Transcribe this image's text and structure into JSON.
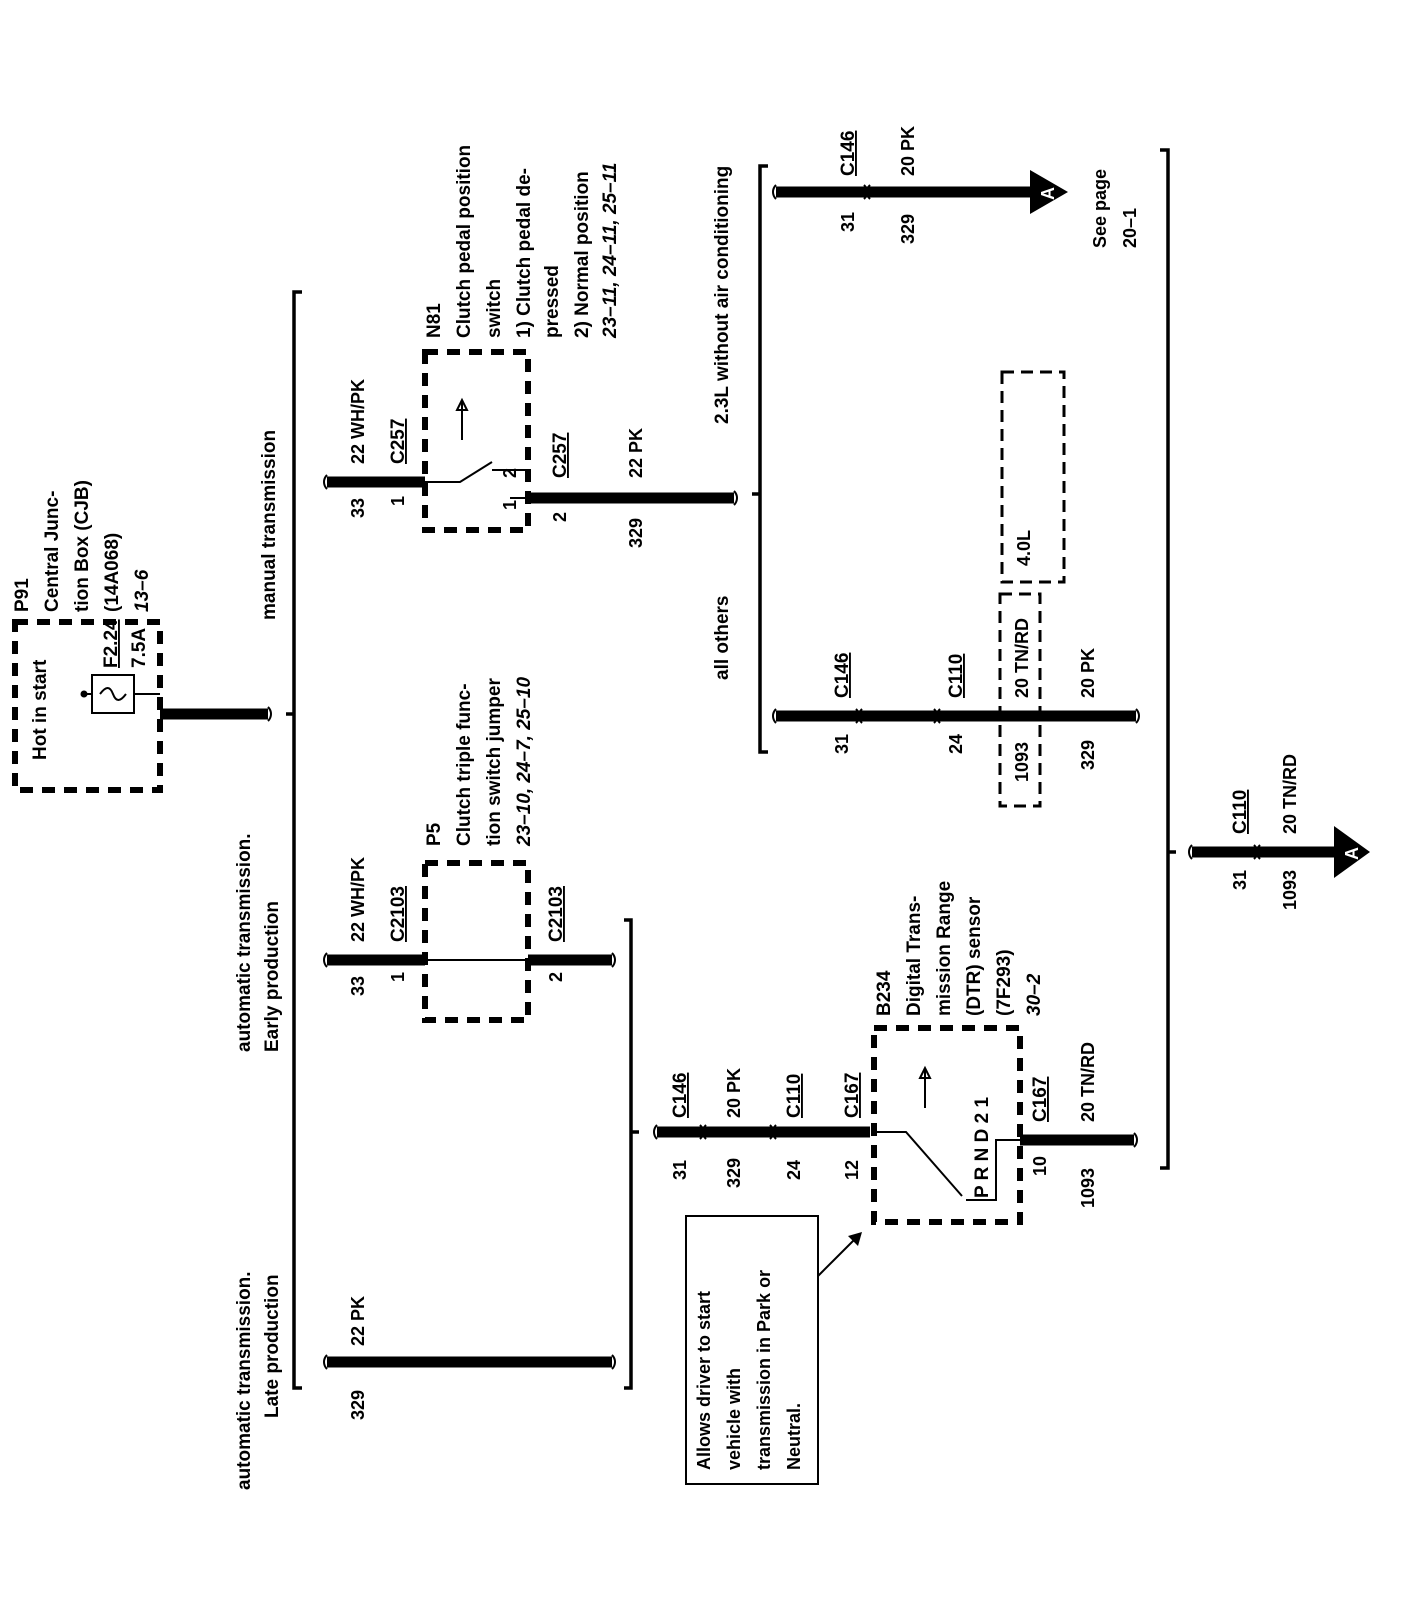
{
  "components": {
    "p91": {
      "id": "P91",
      "name_lines": [
        "Central Junc-",
        "tion Box (CJB)",
        "(14A068)",
        "13–6"
      ],
      "hot_label": "Hot in start",
      "fuse_label": "F2.24",
      "fuse_rating": "7.5A"
    },
    "p5": {
      "id": "P5",
      "name_lines": [
        "Clutch triple func-",
        "tion switch jumper",
        "23–10, 24–7, 25–10"
      ]
    },
    "n81": {
      "id": "N81",
      "name_lines": [
        "Clutch pedal position",
        "switch",
        "1)   Clutch pedal de-",
        "      pressed",
        "2)   Normal position",
        "      23–11, 24–11, 25–11"
      ],
      "pin_1": "1",
      "pin_2": "2"
    },
    "b234": {
      "id": "B234",
      "name_lines": [
        "Digital Trans-",
        "mission Range",
        "(DTR) sensor",
        "(7F293)",
        "30–2"
      ],
      "gear_positions": "P R N D 2 1"
    }
  },
  "branches": {
    "late": [
      "automatic transmission.",
      "Late production"
    ],
    "early": [
      "automatic transmission.",
      "Early production"
    ],
    "manual": "manual transmission",
    "all_others": "all others",
    "no_ac": "2.3L without air conditioning",
    "engine_40l": "4.0L"
  },
  "wires": {
    "late_wire": {
      "circuit": "329",
      "gauge_color": "22 PK"
    },
    "early_wire": {
      "circuit": "33",
      "gauge_color": "22 WH/PK",
      "pin_in": "1",
      "pin_out": "2"
    },
    "manual_wire": {
      "circuit": "33",
      "gauge_color": "22 WH/PK",
      "pin_in": "1"
    },
    "manual_out": {
      "circuit": "329",
      "gauge_color": "22 PK",
      "pin_out": "2"
    },
    "dtr_in": {
      "c146_pin": "31",
      "circuit": "329",
      "gauge_color": "20 PK",
      "c110_pin": "24",
      "c167_pin": "12"
    },
    "dtr_out": {
      "pin": "10",
      "circuit": "1093",
      "gauge_color": "20 TN/RD"
    },
    "others": {
      "c146_pin": "31",
      "c110_pin": "24",
      "circuit_tnrd": "1093",
      "gauge_tnrd": "20 TN/RD",
      "circuit_pk": "329",
      "gauge_pk": "20 PK"
    },
    "no_ac": {
      "c146_pin": "31",
      "circuit": "329",
      "gauge_color": "20 PK"
    },
    "final": {
      "c110_pin": "31",
      "circuit": "1093",
      "gauge_color": "20 TN/RD"
    }
  },
  "connectors": {
    "c146": "C146",
    "c110": "C110",
    "c167": "C167",
    "c2103": "C2103",
    "c257": "C257"
  },
  "arrows": {
    "a_label": "A",
    "see_page_lines": [
      "See page",
      "20–1"
    ]
  },
  "note_lines": [
    "Allows driver to start",
    "vehicle with",
    "transmission in Park or",
    "Neutral."
  ]
}
